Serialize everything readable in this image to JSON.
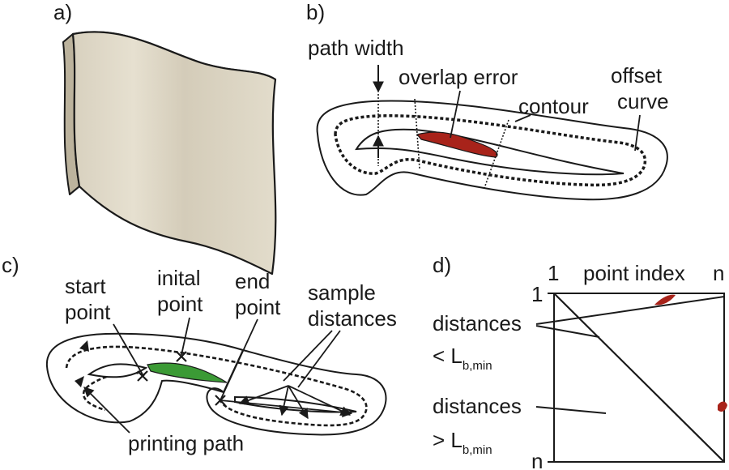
{
  "panels": {
    "a": {
      "tag": "a)"
    },
    "b": {
      "tag": "b)",
      "path_width": "path width",
      "overlap_error": "overlap error",
      "contour": "contour",
      "offset_line1": "offset",
      "offset_line2": "curve"
    },
    "c": {
      "tag": "c)",
      "start_line1": "start",
      "start_line2": "point",
      "initial_line1": "inital",
      "initial_line2": "point",
      "end_line1": "end",
      "end_line2": "point",
      "sample_line1": "sample",
      "sample_line2": "distances",
      "printing_path": "printing path"
    },
    "d": {
      "tag": "d)",
      "x_start": "1",
      "x_label": "point index",
      "x_end": "n",
      "y_start": "1",
      "y_end": "n",
      "dist_lt": "distances",
      "lt_symbol": "< L",
      "lt_subscript": "b,min",
      "dist_gt": "distances",
      "gt_symbol": "> L",
      "gt_subscript": "b,min"
    }
  },
  "colors": {
    "wall_face": "#ddd6c5",
    "overlap_error": "#a8231a",
    "initial_segment": "#3b9a35",
    "ink": "#1a1a1a"
  }
}
